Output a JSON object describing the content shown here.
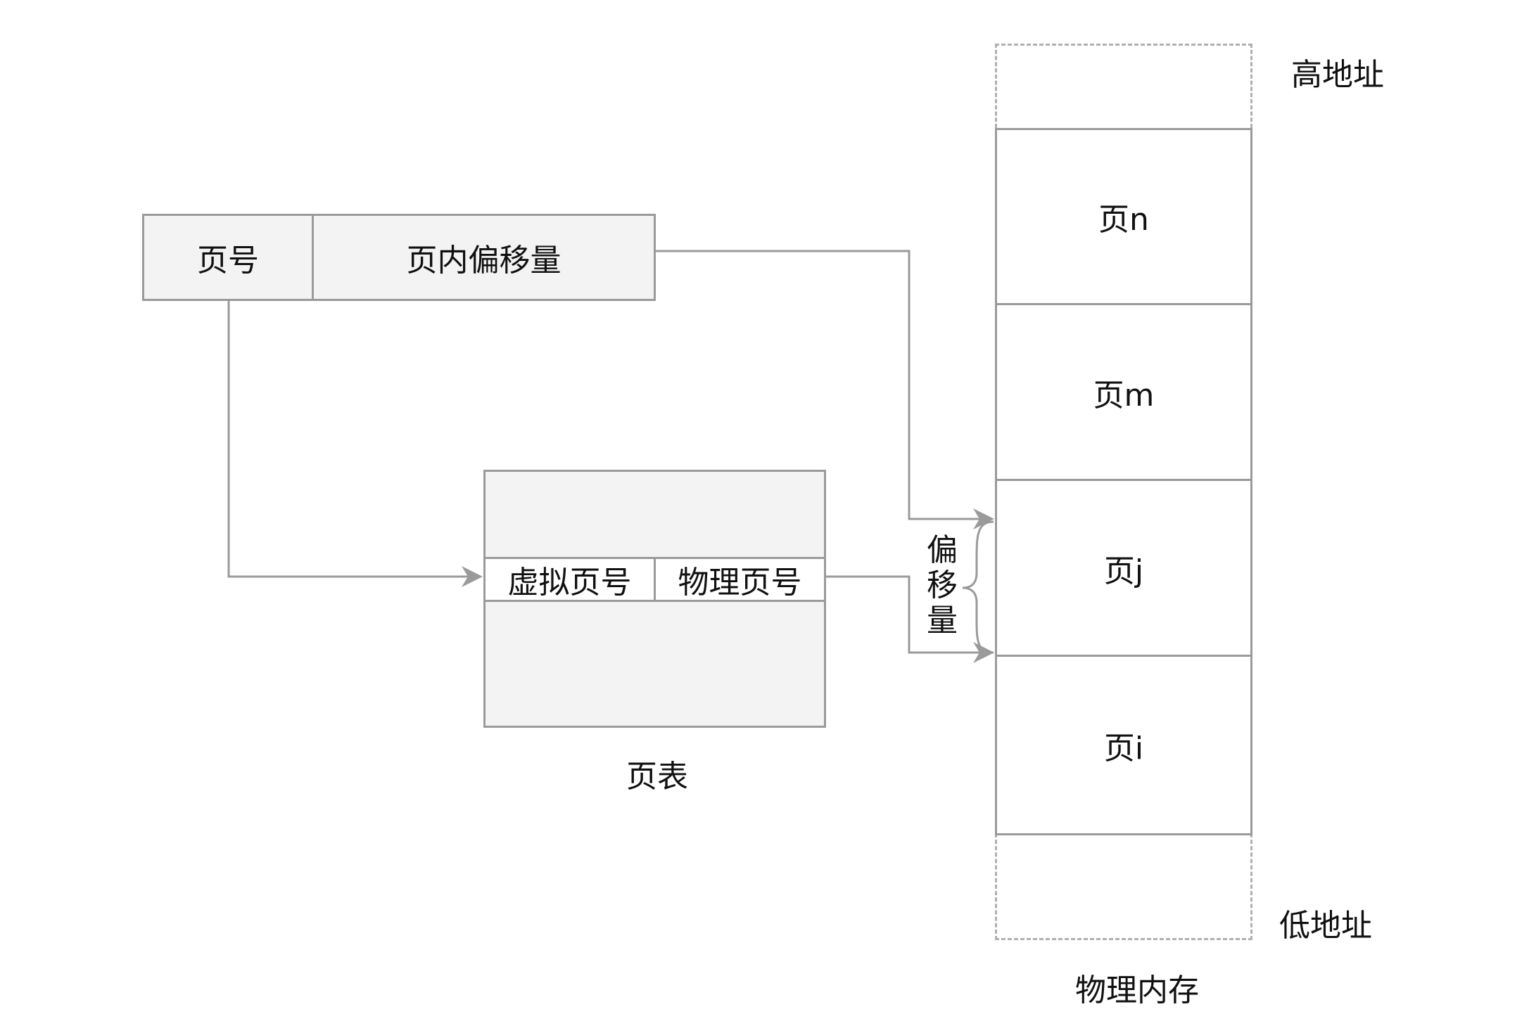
{
  "virtual_address": {
    "page_number": "页号",
    "page_offset": "页内偏移量"
  },
  "page_table": {
    "virtual_page_number": "虚拟页号",
    "physical_page_number": "物理页号",
    "caption": "页表"
  },
  "physical_memory": {
    "pages": [
      "页n",
      "页m",
      "页j",
      "页i"
    ],
    "high_address": "高地址",
    "low_address": "低地址",
    "caption": "物理内存"
  },
  "offset_brace_label": [
    "偏",
    "移",
    "量"
  ]
}
